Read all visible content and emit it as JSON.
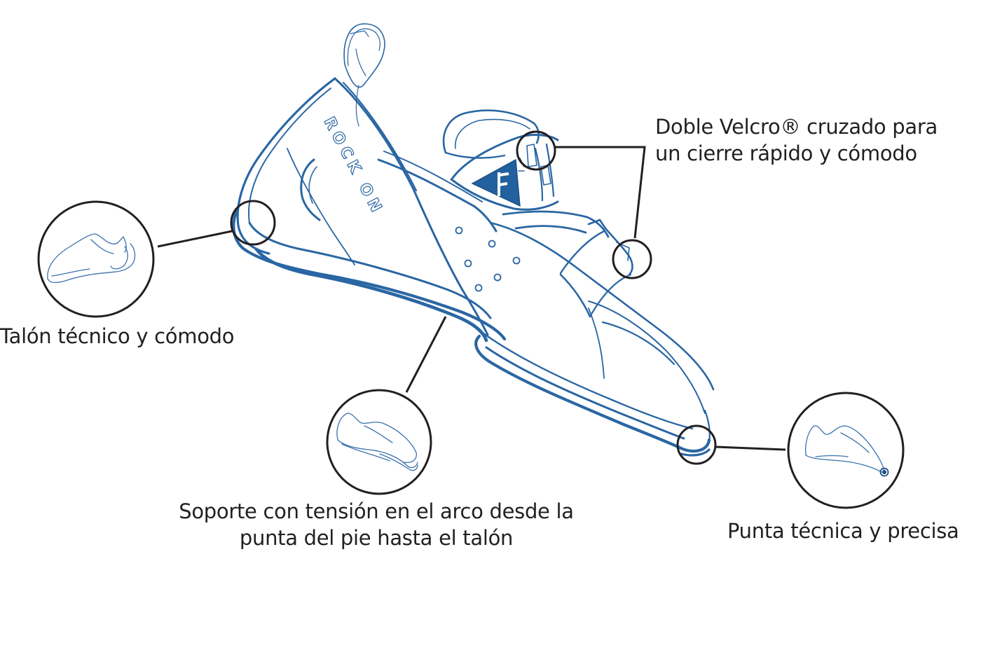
{
  "colors": {
    "shoe_outline": "#2a66a3",
    "callout_ink": "#231f20",
    "logo_fill": "#22609e",
    "background": "#ffffff"
  },
  "shoe_branding": "ROCK ON",
  "callouts": {
    "heel": {
      "lines": [
        "Talón técnico y cómodo"
      ]
    },
    "velcro": {
      "lines": [
        "Doble Velcro® cruzado para",
        "un cierre rápido y cómodo"
      ]
    },
    "arch": {
      "lines": [
        "Soporte con tensión en el arco desde la",
        "punta del pie hasta el talón"
      ]
    },
    "toe": {
      "lines": [
        "Punta técnica y precisa"
      ]
    }
  }
}
